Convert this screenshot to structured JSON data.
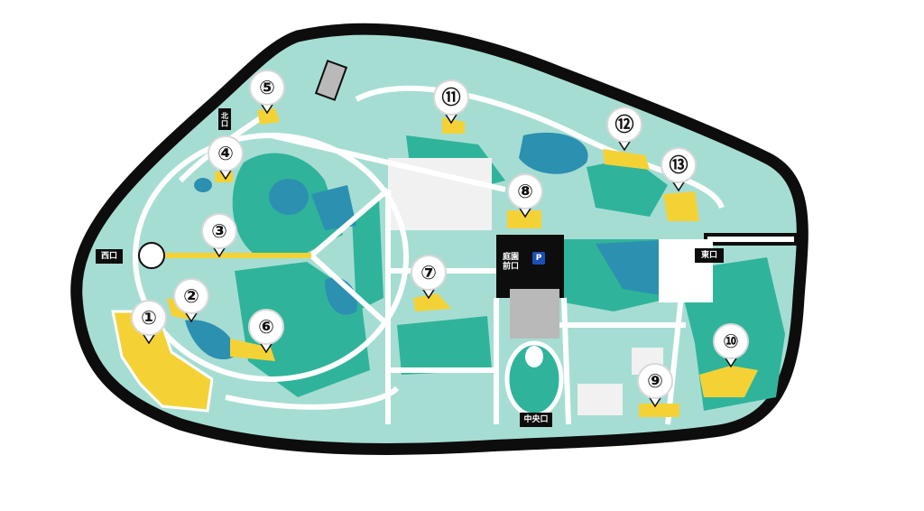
{
  "colors": {
    "outline": "#0d0d0d",
    "land": "#a6ddd3",
    "forest": "#2fb49b",
    "water": "#2c90b0",
    "path": "#ffffff",
    "highlight": "#f4d236",
    "building": "#f1f1f1",
    "building_dark": "#b9b9b9",
    "parking": "#1e4fb8"
  },
  "gates": {
    "west": "西口",
    "north": "北口",
    "garden_front": "庭園\n前口",
    "east": "東口",
    "center": "中央口"
  },
  "parking_label": "P",
  "pins": [
    {
      "label": "①"
    },
    {
      "label": "②"
    },
    {
      "label": "③"
    },
    {
      "label": "④"
    },
    {
      "label": "⑤"
    },
    {
      "label": "⑥"
    },
    {
      "label": "⑦"
    },
    {
      "label": "⑧"
    },
    {
      "label": "⑨"
    },
    {
      "label": "⑩"
    },
    {
      "label": "⑪"
    },
    {
      "label": "⑫"
    },
    {
      "label": "⑬"
    }
  ]
}
